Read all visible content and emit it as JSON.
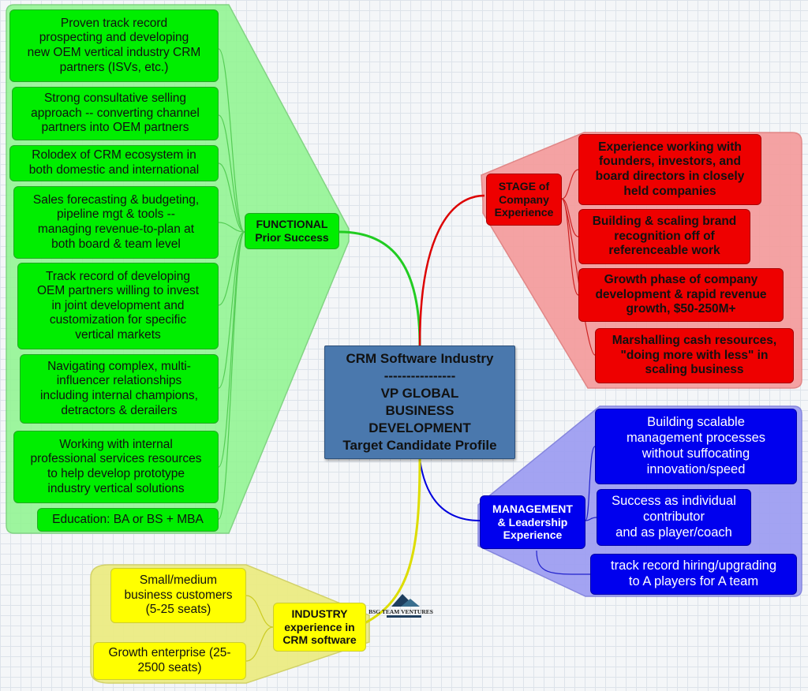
{
  "central": {
    "line1": "CRM Software Industry",
    "line2": "----------------",
    "line3": "VP GLOBAL\nBUSINESS\nDEVELOPMENT",
    "line4": "Target Candidate Profile"
  },
  "branches": {
    "functional": {
      "label": "FUNCTIONAL\nPrior Success",
      "color": "#00ee00",
      "area_color": "#8ff58f",
      "items": [
        "Proven track record\nprospecting and developing\nnew OEM vertical industry CRM\npartners (ISVs, etc.)",
        "Strong consultative selling\napproach -- converting channel\npartners into OEM partners",
        "Rolodex of CRM ecosystem in\nboth domestic and international",
        "Sales forecasting & budgeting,\npipeline mgt & tools --\nmanaging revenue-to-plan at\nboth board & team level",
        "Track record of developing\nOEM partners willing to invest\nin joint development and\ncustomization for specific\nvertical markets",
        "Navigating complex, multi-\ninfluencer relationships\nincluding internal champions,\ndetractors & derailers",
        "Working with internal\nprofessional services resources\nto help develop prototype\nindustry vertical solutions",
        "Education: BA or BS + MBA"
      ]
    },
    "stage": {
      "label": "STAGE of\nCompany\nExperience",
      "color": "#ee0000",
      "area_color": "#f59a9a",
      "items": [
        "Experience working with\nfounders,  investors, and\nboard directors  in closely\nheld companies",
        "Building & scaling brand\nrecognition off of\nreferenceable work",
        "Growth phase of company\ndevelopment & rapid revenue\ngrowth, $50-250M+",
        "Marshalling cash resources,\n\"doing more with less\" in\nscaling business"
      ]
    },
    "management": {
      "label": "MANAGEMENT\n& Leadership\nExperience",
      "color": "#0000ee",
      "area_color": "#9b9bf2",
      "items": [
        "Building scalable\nmanagement processes\nwithout suffocating\ninnovation/speed",
        "Success as individual\ncontributor\nand as player/coach",
        "track record hiring/upgrading\nto A players for A team"
      ]
    },
    "industry": {
      "label": "INDUSTRY\nexperience in\nCRM software",
      "color": "#ffff00",
      "area_color": "#ecec7e",
      "items": [
        "Small/medium\nbusiness customers\n(5-25 seats)",
        "Growth enterprise (25-\n2500 seats)"
      ]
    }
  },
  "logo": {
    "text": "BSG TEAM VENTURES"
  }
}
